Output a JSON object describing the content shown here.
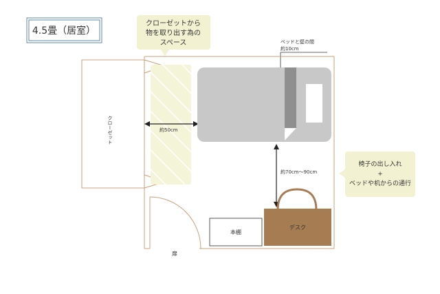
{
  "title": "4.5畳（居室）",
  "notes": {
    "closet_space": [
      "クローゼットから",
      "物を取り出す為の",
      "スペース"
    ],
    "chair_space": [
      "椅子の出し入れ",
      "+",
      "ベッドや机からの通行"
    ]
  },
  "labels": {
    "closet": "クローゼット",
    "bookshelf": "本棚",
    "desk": "デスク",
    "door": "扉",
    "gap_title": "ベッドと壁の間",
    "gap_value": "約10cm",
    "closet_dim": "約50cm",
    "desk_dim": "約70cm〜90cm"
  },
  "colors": {
    "wall": "#c8a07a",
    "bed": "#c8c8c8",
    "bed_stripe": "#8f8f8f",
    "clearance": "#f4f4d8",
    "note_bg": "#f2f2d2",
    "desk": "#a67c52",
    "title_border": "#5d8aa8"
  }
}
